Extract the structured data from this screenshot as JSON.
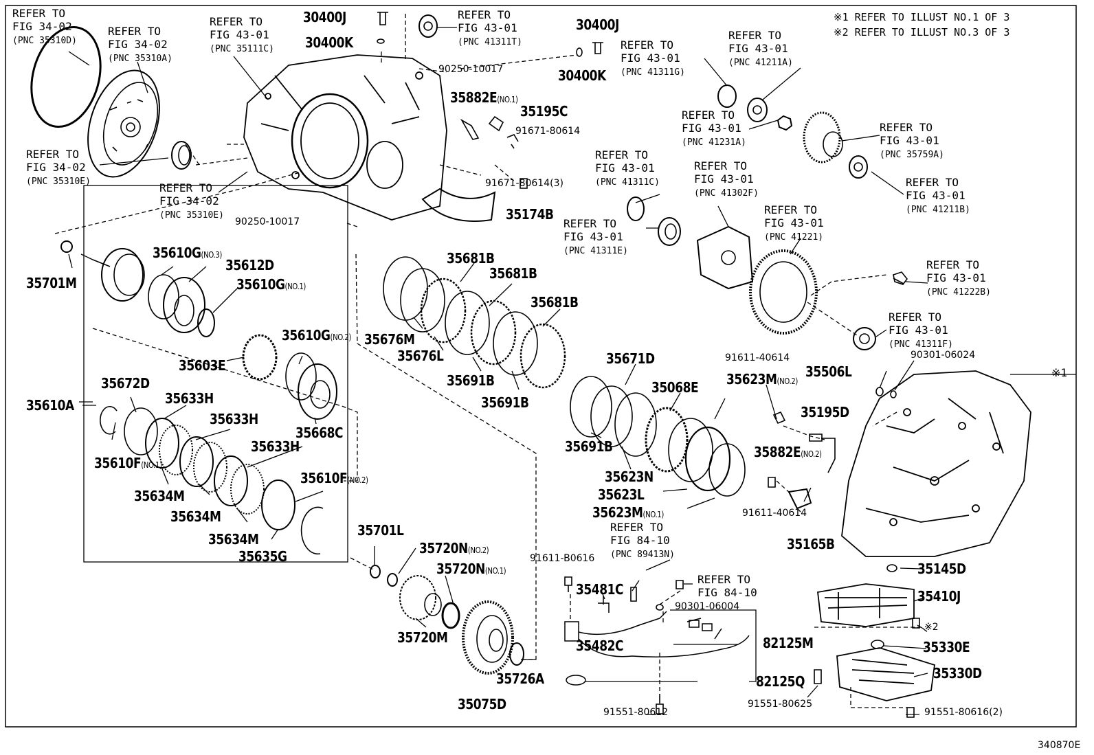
{
  "notes": [
    "※1 REFER TO ILLUST NO.1 OF 3",
    "※2 REFER TO ILLUST NO.3 OF 3"
  ],
  "edge_marker": "※1",
  "illustration_code": "340870E",
  "refs": [
    {
      "text": "REFER TO\nFIG 34-02",
      "pnc": "(PNC 35310D)"
    },
    {
      "text": "REFER TO\nFIG 34-02",
      "pnc": "(PNC 35310A)"
    },
    {
      "text": "REFER TO\nFIG 43-01",
      "pnc": "(PNC 35111C)"
    },
    {
      "text": "REFER TO\nFIG 43-01",
      "pnc": "(PNC 41311T)"
    },
    {
      "text": "REFER TO\nFIG 43-01",
      "pnc": "(PNC 41311G)"
    },
    {
      "text": "REFER TO\nFIG 43-01",
      "pnc": "(PNC 41211A)"
    },
    {
      "text": "REFER TO\nFIG 34-02",
      "pnc": "(PNC 35310E)"
    },
    {
      "text": "REFER TO\nFIG 34-02",
      "pnc": "(PNC 35310E)"
    },
    {
      "text": "REFER TO\nFIG 43-01",
      "pnc": "(PNC 41231A)"
    },
    {
      "text": "REFER TO\nFIG 43-01",
      "pnc": "(PNC 35759A)"
    },
    {
      "text": "REFER TO\nFIG 43-01",
      "pnc": "(PNC 41211B)"
    },
    {
      "text": "REFER TO\nFIG 43-01",
      "pnc": "(PNC 41311C)"
    },
    {
      "text": "REFER TO\nFIG 43-01",
      "pnc": "(PNC 41302F)"
    },
    {
      "text": "REFER TO\nFIG 43-01",
      "pnc": "(PNC 41311E)"
    },
    {
      "text": "REFER TO\nFIG 43-01",
      "pnc": "(PNC 41221)"
    },
    {
      "text": "REFER TO\nFIG 43-01",
      "pnc": "(PNC 41222B)"
    },
    {
      "text": "REFER TO\nFIG 43-01",
      "pnc": "(PNC 41311F)"
    },
    {
      "text": "REFER TO\nFIG 84-10",
      "pnc": "(PNC 89413N)"
    },
    {
      "text": "REFER TO\nFIG 84-10",
      "pnc": ""
    }
  ],
  "parts": [
    {
      "num": "30400J",
      "sub": ""
    },
    {
      "num": "30400K",
      "sub": ""
    },
    {
      "num": "30400J",
      "sub": ""
    },
    {
      "num": "30400K",
      "sub": ""
    },
    {
      "num": "35882E",
      "sub": "(NO.1)"
    },
    {
      "num": "35195C",
      "sub": ""
    },
    {
      "num": "35174B",
      "sub": ""
    },
    {
      "num": "35701M",
      "sub": ""
    },
    {
      "num": "35610G",
      "sub": "(NO.3)"
    },
    {
      "num": "35612D",
      "sub": ""
    },
    {
      "num": "35610G",
      "sub": "(NO.1)"
    },
    {
      "num": "35610G",
      "sub": "(NO.2)"
    },
    {
      "num": "35603E",
      "sub": ""
    },
    {
      "num": "35610A",
      "sub": ""
    },
    {
      "num": "35672D",
      "sub": ""
    },
    {
      "num": "35633H",
      "sub": ""
    },
    {
      "num": "35633H",
      "sub": ""
    },
    {
      "num": "35633H",
      "sub": ""
    },
    {
      "num": "35668C",
      "sub": ""
    },
    {
      "num": "35610F",
      "sub": "(NO.1)"
    },
    {
      "num": "35610F",
      "sub": "(NO.2)"
    },
    {
      "num": "35634M",
      "sub": ""
    },
    {
      "num": "35634M",
      "sub": ""
    },
    {
      "num": "35634M",
      "sub": ""
    },
    {
      "num": "35635G",
      "sub": ""
    },
    {
      "num": "35681B",
      "sub": ""
    },
    {
      "num": "35681B",
      "sub": ""
    },
    {
      "num": "35681B",
      "sub": ""
    },
    {
      "num": "35676M",
      "sub": ""
    },
    {
      "num": "35676L",
      "sub": ""
    },
    {
      "num": "35691B",
      "sub": ""
    },
    {
      "num": "35691B",
      "sub": ""
    },
    {
      "num": "35691B",
      "sub": ""
    },
    {
      "num": "35671D",
      "sub": ""
    },
    {
      "num": "35068E",
      "sub": ""
    },
    {
      "num": "35623M",
      "sub": "(NO.2)"
    },
    {
      "num": "35623N",
      "sub": ""
    },
    {
      "num": "35623L",
      "sub": ""
    },
    {
      "num": "35623M",
      "sub": "(NO.1)"
    },
    {
      "num": "35506L",
      "sub": ""
    },
    {
      "num": "35195D",
      "sub": ""
    },
    {
      "num": "35882E",
      "sub": "(NO.2)"
    },
    {
      "num": "35165B",
      "sub": ""
    },
    {
      "num": "35145D",
      "sub": ""
    },
    {
      "num": "35410J",
      "sub": ""
    },
    {
      "num": "35330E",
      "sub": ""
    },
    {
      "num": "35330D",
      "sub": ""
    },
    {
      "num": "35701L",
      "sub": ""
    },
    {
      "num": "35720N",
      "sub": "(NO.2)"
    },
    {
      "num": "35720N",
      "sub": "(NO.1)"
    },
    {
      "num": "35720M",
      "sub": ""
    },
    {
      "num": "35726A",
      "sub": ""
    },
    {
      "num": "35075D",
      "sub": ""
    },
    {
      "num": "35481C",
      "sub": ""
    },
    {
      "num": "35482C",
      "sub": ""
    },
    {
      "num": "82125M",
      "sub": ""
    },
    {
      "num": "82125Q",
      "sub": ""
    }
  ],
  "codes": [
    "90250-10017",
    "90250-10017",
    "91671-80614",
    "91671-80614(3)",
    "91611-40614",
    "90301-06024",
    "91611-40614",
    "91611-B0616",
    "90301-06004",
    "91551-80612",
    "91551-80625",
    "91551-80616(2)",
    "※2"
  ]
}
